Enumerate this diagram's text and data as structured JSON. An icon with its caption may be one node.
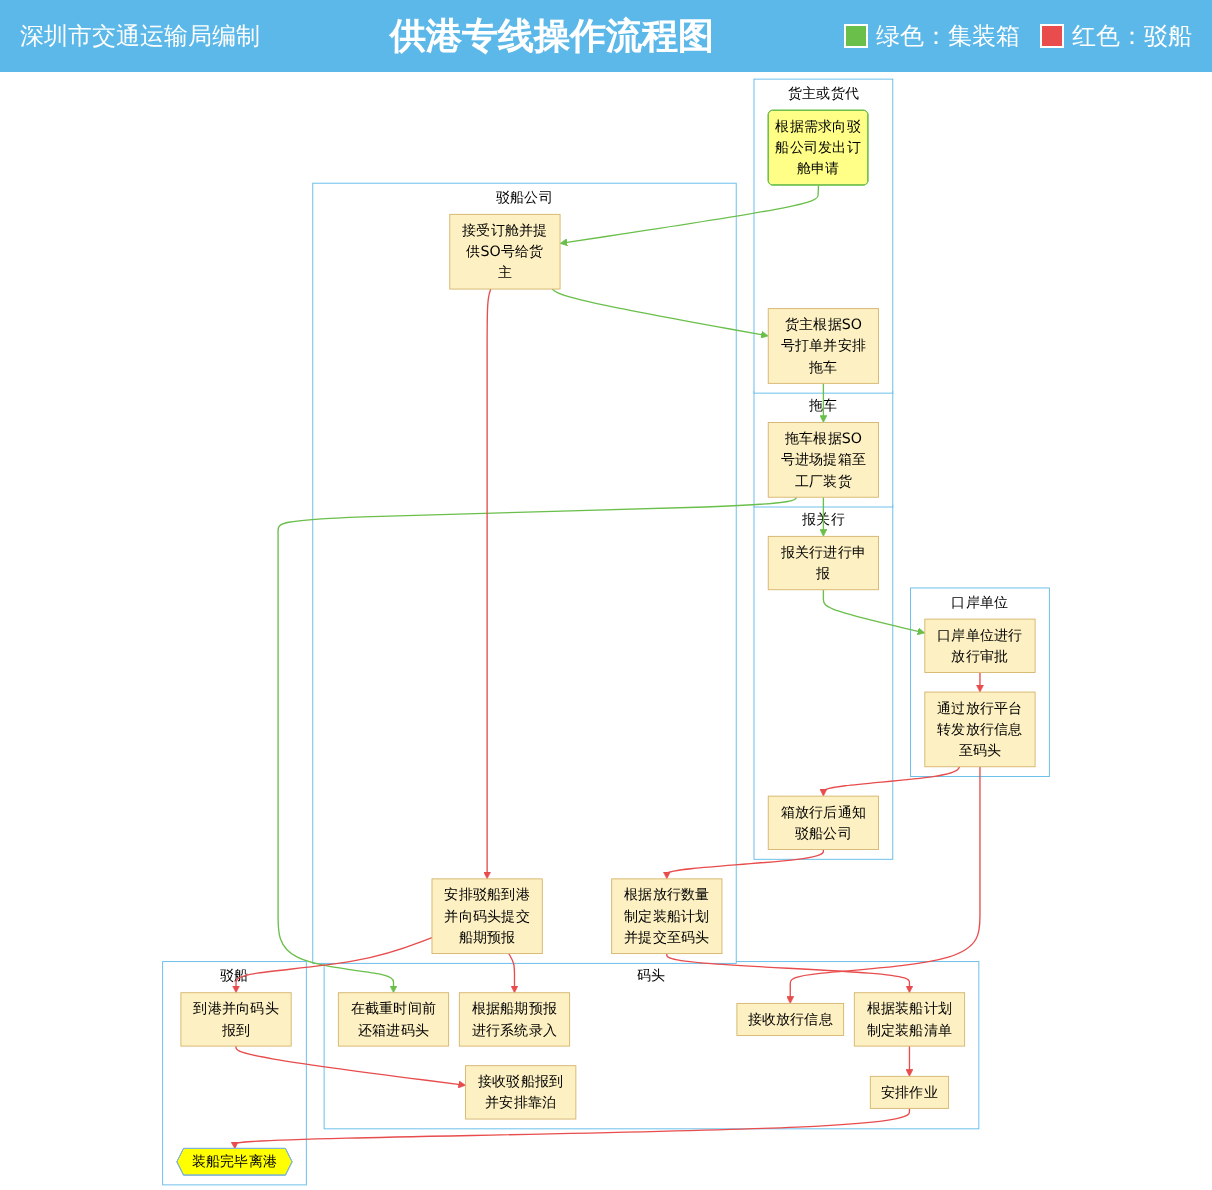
{
  "diagram": {
    "title": "供港专线操作流程图",
    "nodes": [
      {
        "text": [
          "货主或货代"
        ]
      },
      {
        "text": [
          "驳船公司"
        ]
      },
      {
        "text": [
          "拖车"
        ]
      },
      {
        "text": [
          "报关行"
        ]
      },
      {
        "text": [
          "驳船"
        ]
      },
      {
        "text": [
          "码头"
        ]
      },
      {
        "text": [
          "口岸单位"
        ]
      },
      {
        "text": [
          "根据需求向驳船公司发出订舱申请"
        ],
        "in": 0
      },
      {
        "text": [
          "货主根据SO号打单并安排拖车"
        ],
        "in": 0
      },
      {
        "text": [
          "接受订舱并提供SO号给货主"
        ],
        "in": 1
      },
      {
        "text": [
          "安排驳船到港并向码头提交船期预报"
        ],
        "in": 1
      },
      {
        "text": [
          "根据放行数量制定装船计划并提交至码头"
        ],
        "in": 1
      },
      {
        "text": [
          "拖车根据SO号进场提箱至工厂装货"
        ],
        "in": 2
      },
      {
        "text": [
          "报关行进行申报"
        ],
        "in": 3
      },
      {
        "text": [
          "箱放行后通知驳船公司"
        ],
        "in": 3
      },
      {
        "text": [
          "到港并向码头报到"
        ],
        "in": 4
      },
      {
        "text": [
          "装船完毕离港"
        ],
        "in": 4
      },
      {
        "text": [
          "在截重时间前还箱进码头"
        ],
        "in": 5
      },
      {
        "text": [
          "根据船期预报进行系统录入"
        ],
        "in": 5
      },
      {
        "text": [
          "接收驳船报到并安排靠泊"
        ],
        "in": 5
      },
      {
        "text": [
          "接收放行信息"
        ],
        "in": 5
      },
      {
        "text": [
          "根据装船计划制定装船清单"
        ],
        "in": 5
      },
      {
        "text": [
          "安排作业"
        ],
        "in": 5
      },
      {
        "text": [
          "口岸单位进行放行审批"
        ],
        "in": 6
      },
      {
        "text": [
          "通过放行平台转发放行信息至码头"
        ],
        "in": 6
      }
    ],
    "edges": [
      {
        "from": 7,
        "to": 9,
        "arrow": "to",
        "color": "#6abf4b"
      },
      {
        "from": 9,
        "to": 8,
        "arrow": "to",
        "color": "#6abf4b"
      },
      {
        "from": 8,
        "to": 12,
        "arrow": "to",
        "color": "#6abf4b"
      },
      {
        "from": 12,
        "to": 13,
        "arrow": "to",
        "color": "#6abf4b"
      },
      {
        "from": 13,
        "to": 23,
        "arrow": "to",
        "color": "#6abf4b"
      },
      {
        "from": 12,
        "to": 17,
        "arrow": "to",
        "color": "#6abf4b"
      },
      {
        "from": 9,
        "to": 10,
        "arrow": "to"
      },
      {
        "from": 10,
        "to": 18,
        "arrow": "to"
      },
      {
        "from": 10,
        "to": 15,
        "arrow": "to"
      },
      {
        "from": 15,
        "to": 19,
        "arrow": "to"
      },
      {
        "from": 23,
        "to": 24,
        "arrow": "to"
      },
      {
        "from": 24,
        "to": 20,
        "arrow": "to"
      },
      {
        "from": 24,
        "to": 14,
        "arrow": "to"
      },
      {
        "from": 14,
        "to": 11,
        "arrow": "to"
      },
      {
        "from": 11,
        "to": 21,
        "arrow": "to"
      },
      {
        "from": 21,
        "to": 22,
        "arrow": "to"
      },
      {
        "from": 22,
        "to": 16,
        "arrow": "to"
      }
    ],
    "labels": [
      "深圳市交通运输局编制"
    ],
    "legend": [
      {
        "text": "绿色：集装箱",
        "color": "#6abf4b"
      },
      {
        "text": "红色：驳船",
        "color": "#e84c4c"
      }
    ]
  }
}
